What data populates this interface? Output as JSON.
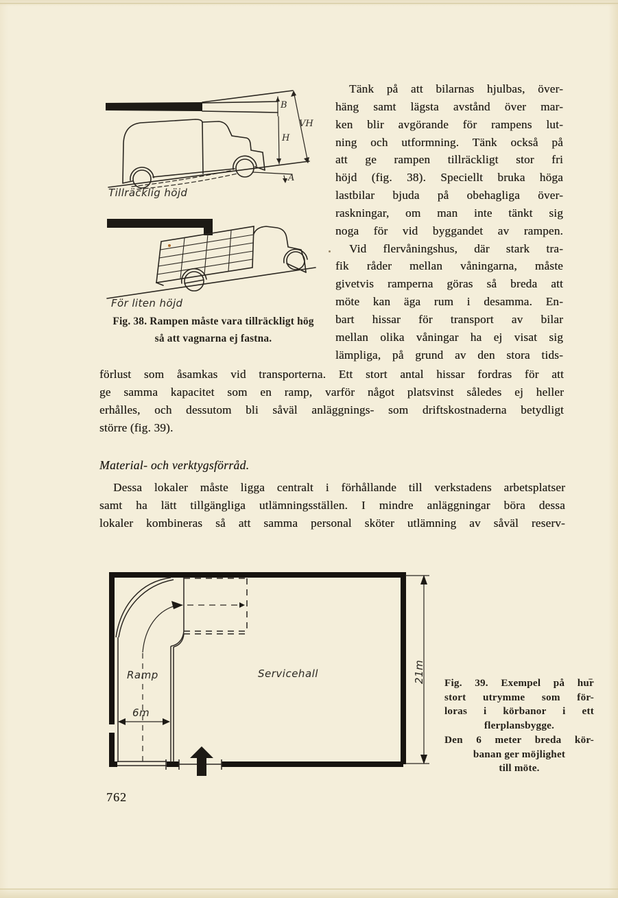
{
  "page": {
    "number": "762"
  },
  "colors": {
    "paper": "#f4eeda",
    "ink": "#26221b",
    "figure_ink": "#2a2620"
  },
  "column_text": {
    "para1_lines": [
      "Tänk på att bilarnas hjulbas, över-",
      "häng samt lägsta avstånd över mar-",
      "ken blir avgörande för rampens lut-",
      "ning och utformning. Tänk också på",
      "att ge rampen tillräckligt stor fri",
      "höjd (fig. 38). Speciellt bruka höga",
      "lastbilar bjuda på obehagliga över-",
      "raskningar, om man inte tänkt sig",
      "noga för vid byggandet av rampen."
    ],
    "para2_lines": [
      "Vid flervåningshus, där stark tra-",
      "fik råder mellan våningarna, måste",
      "givetvis ramperna göras så breda att",
      "möte kan äga rum i desamma. En-",
      "bart hissar för transport av bilar",
      "mellan olika våningar ha ej visat sig",
      "lämpliga, på grund av den stora tids-"
    ]
  },
  "full_text": {
    "continuation_lines": [
      "förlust som åsamkas vid transporterna. Ett stort antal hissar fordras för att",
      "ge samma kapacitet som en ramp, varför något platsvinst således ej heller",
      "erhålles, och dessutom bli såväl anläggnings- som driftskostnaderna betydligt",
      "större (fig. 39)."
    ],
    "heading": "Material- och verktygsförråd.",
    "para3_lines": [
      "Dessa lokaler måste ligga centralt i förhållande till verkstadens arbetsplatser",
      "samt ha lätt tillgängliga utlämningsställen. I mindre anläggningar böra dessa",
      "lokaler kombineras så att samma personal sköter utlämning av såväl reserv-"
    ]
  },
  "fig38": {
    "label_upper": "Tillräcklig höjd",
    "label_lower": "För liten höjd",
    "dims": {
      "b": "B",
      "vh": "VH",
      "h": "H",
      "a": "A"
    },
    "caption_line1": "Fig. 38. Rampen måste vara tillräckligt hög",
    "caption_line2": "så att vagnarna ej fastna."
  },
  "fig39": {
    "label_ramp": "Ramp",
    "label_hall": "Servicehall",
    "dim_width": "6m",
    "dim_height": "21m",
    "caption_lines": [
      "Fig. 39. Exempel på hur",
      "stort utrymme som för-",
      "loras i körbanor i ett",
      "flerplansbygge.",
      "Den 6 meter breda kör-",
      "banan ger möjlighet",
      "till möte."
    ]
  }
}
